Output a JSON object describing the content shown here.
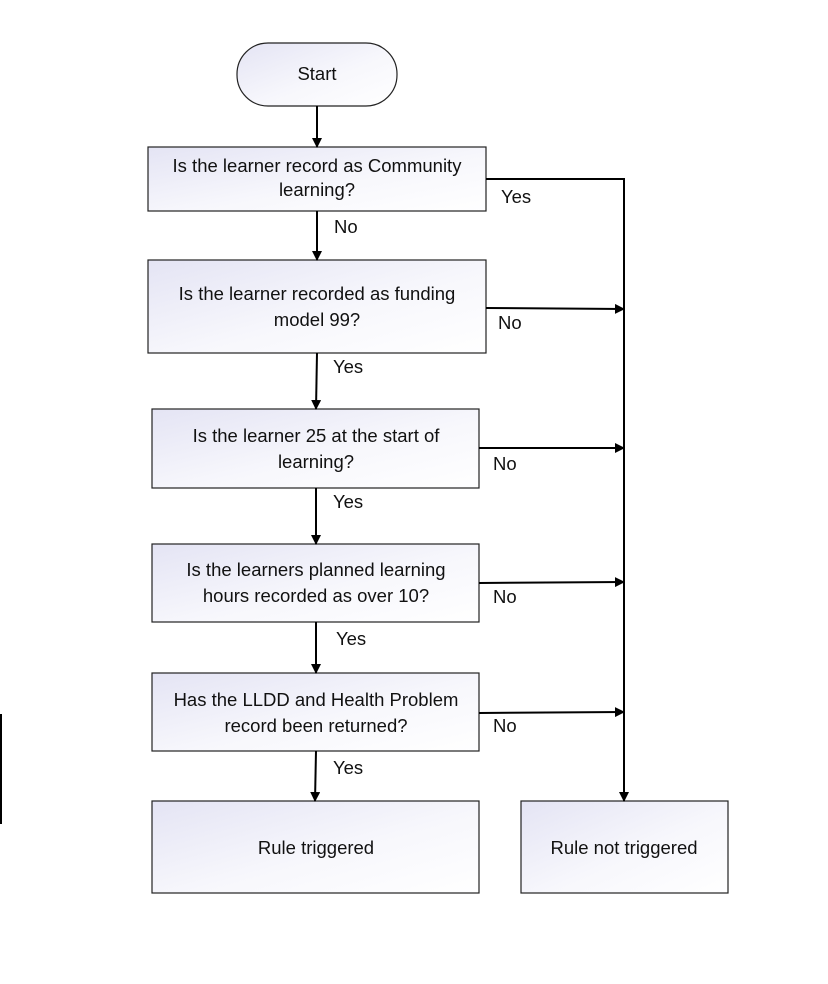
{
  "nodes": {
    "start": {
      "lines": [
        "Start"
      ]
    },
    "q1": {
      "lines": [
        "Is the learner record as Community",
        "learning?"
      ]
    },
    "q2": {
      "lines": [
        "Is the learner recorded as funding",
        "model 99?"
      ]
    },
    "q3": {
      "lines": [
        "Is the learner 25 at the start of",
        "learning?"
      ]
    },
    "q4": {
      "lines": [
        "Is the learners planned learning",
        "hours recorded as over 10?"
      ]
    },
    "q5": {
      "lines": [
        "Has the LLDD and Health Problem",
        "record been returned?"
      ]
    },
    "triggered": {
      "lines": [
        "Rule triggered"
      ]
    },
    "not_triggered": {
      "lines": [
        "Rule not triggered"
      ]
    }
  },
  "edge_labels": {
    "q1_no": "No",
    "q1_yes": "Yes",
    "q2_yes": "Yes",
    "q2_no": "No",
    "q3_yes": "Yes",
    "q3_no": "No",
    "q4_yes": "Yes",
    "q4_no": "No",
    "q5_yes": "Yes",
    "q5_no": "No"
  },
  "colors": {
    "box_fill_light": "#ffffff",
    "box_fill_tint": "#e8e8f6",
    "stroke": "#222222",
    "arrow": "#000000"
  }
}
